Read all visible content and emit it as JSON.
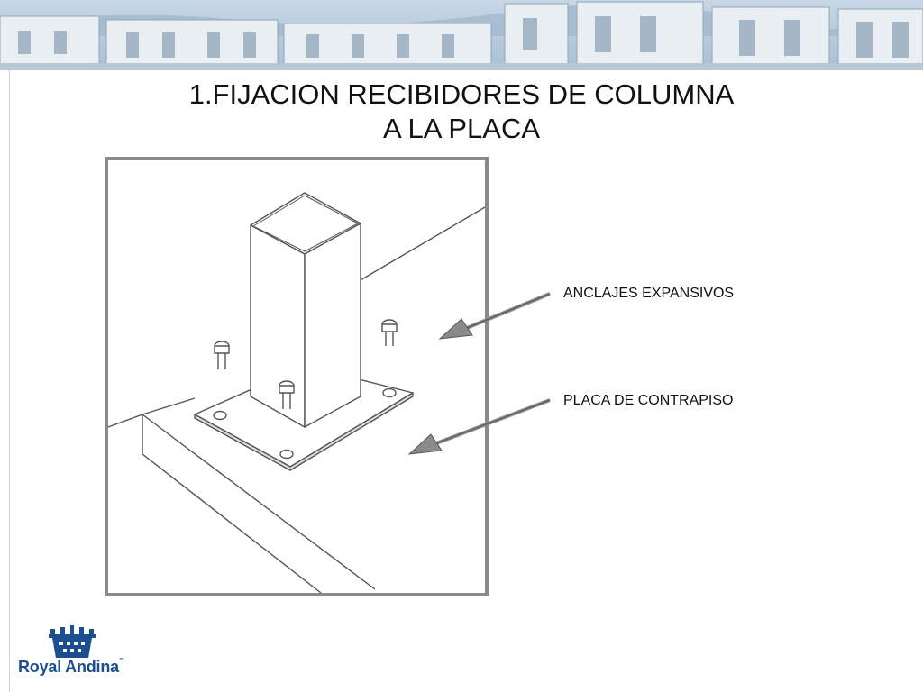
{
  "slide": {
    "title_line1": "1.FIJACION RECIBIDORES DE COLUMNA",
    "title_line2": "A LA PLACA"
  },
  "callouts": [
    {
      "label": "ANCLAJES EXPANSIVOS"
    },
    {
      "label": "PLACA DE CONTRAPISO"
    }
  ],
  "logo": {
    "brand": "Royal Andina",
    "trademark": "™"
  },
  "colors": {
    "brand_blue": "#1c4f8f",
    "banner_sky": "#b9cde0",
    "arrow_gray": "#8a8a8a"
  },
  "icons": [
    "crown-icon"
  ]
}
